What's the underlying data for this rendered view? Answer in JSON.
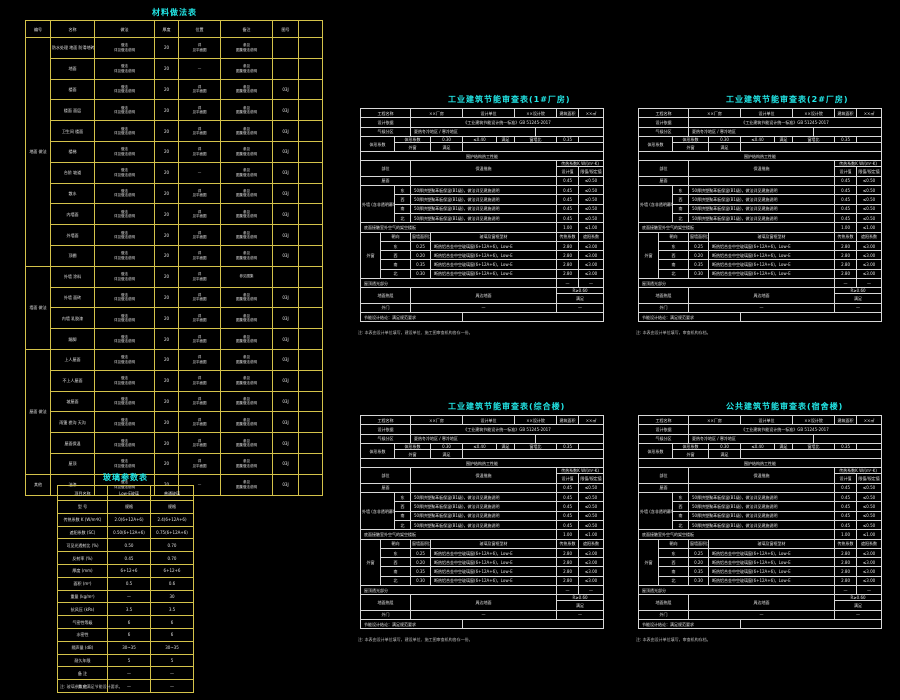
{
  "material_table": {
    "title": "材料做法表",
    "headers": [
      "编号",
      "名称",
      "做法",
      "厚度",
      "位置",
      "备注",
      "图号"
    ],
    "groups": [
      {
        "label": "地面\n做法",
        "rows": [
          {
            "name": "防水处理 地面 防滑地砖",
            "method": [
              "做法",
              "详见做法说明"
            ],
            "thk": "20",
            "loc": [
              "详",
              "见平面图"
            ],
            "note": [
              "参见",
              "图集做法说明"
            ],
            "ref": ""
          },
          {
            "name": "地面",
            "method": [
              "做法",
              "详见做法说明"
            ],
            "thk": "20",
            "loc": [
              "—",
              ""
            ],
            "note": [
              "参见",
              "图集做法说明"
            ],
            "ref": ""
          },
          {
            "name": "楼面",
            "method": [
              "做法",
              "详见做法说明"
            ],
            "thk": "20",
            "loc": [
              "详",
              "见平面图"
            ],
            "note": [
              "参见",
              "图集做法说明"
            ],
            "ref": "03J"
          },
          {
            "name": "楼面 面层",
            "method": [
              "做法",
              "详见做法说明"
            ],
            "thk": "20",
            "loc": [
              "详",
              "见平面图"
            ],
            "note": [
              "参见",
              "图集做法说明"
            ],
            "ref": "03J"
          },
          {
            "name": "卫生间 楼面",
            "method": [
              "做法",
              "详见做法说明"
            ],
            "thk": "20",
            "loc": [
              "详",
              "见平面图"
            ],
            "note": [
              "参见",
              "图集做法说明"
            ],
            "ref": "03J"
          },
          {
            "name": "楼梯",
            "method": [
              "做法",
              "详见做法说明"
            ],
            "thk": "20",
            "loc": [
              "详",
              "见平面图"
            ],
            "note": [
              "参见",
              "图集做法说明"
            ],
            "ref": "03J"
          },
          {
            "name": "台阶 坡道",
            "method": [
              "做法",
              "详见做法说明"
            ],
            "thk": "20",
            "loc": [
              "—",
              ""
            ],
            "note": [
              "参见",
              "图集做法说明"
            ],
            "ref": "03J"
          },
          {
            "name": "散水",
            "method": [
              "做法",
              "详见做法说明"
            ],
            "thk": "20",
            "loc": [
              "详",
              "见平面图"
            ],
            "note": [
              "参见",
              "图集做法说明"
            ],
            "ref": "03J"
          },
          {
            "name": "内墙面",
            "method": [
              "做法",
              "详见做法说明"
            ],
            "thk": "20",
            "loc": [
              "详",
              "见平面图"
            ],
            "note": [
              "参见",
              "图集做法说明"
            ],
            "ref": "03J"
          },
          {
            "name": "外墙面",
            "method": [
              "做法",
              "详见做法说明"
            ],
            "thk": "20",
            "loc": [
              "详",
              "见平面图"
            ],
            "note": [
              "参见",
              "图集做法说明"
            ],
            "ref": "03J"
          },
          {
            "name": "顶棚",
            "method": [
              "做法",
              "详见做法说明"
            ],
            "thk": "20",
            "loc": [
              "详",
              "见平面图"
            ],
            "note": [
              "参见",
              "图集做法说明"
            ],
            "ref": "03J"
          }
        ]
      },
      {
        "label": "墙面\n做法",
        "rows": [
          {
            "name": "外墙 涂料",
            "method": [
              "做法",
              "详见做法说明"
            ],
            "thk": "20",
            "loc": [
              "详",
              "见平面图"
            ],
            "note": [
              "参见图集",
              ""
            ],
            "ref": ""
          },
          {
            "name": "外墙 面砖",
            "method": [
              "做法",
              "详见做法说明"
            ],
            "thk": "20",
            "loc": [
              "详",
              "见平面图"
            ],
            "note": [
              "参见",
              "图集做法说明"
            ],
            "ref": "03J"
          },
          {
            "name": "内墙 乳胶漆",
            "method": [
              "做法",
              "详见做法说明"
            ],
            "thk": "20",
            "loc": [
              "详",
              "见平面图"
            ],
            "note": [
              "参见",
              "图集做法说明"
            ],
            "ref": "03J"
          },
          {
            "name": "踢脚",
            "method": [
              "做法",
              "详见做法说明"
            ],
            "thk": "20",
            "loc": [
              "详",
              "见平面图"
            ],
            "note": [
              "参见",
              "图集做法说明"
            ],
            "ref": "03J"
          }
        ]
      },
      {
        "label": "屋面\n做法",
        "rows": [
          {
            "name": "上人屋面",
            "method": [
              "做法",
              "详见做法说明"
            ],
            "thk": "20",
            "loc": [
              "详",
              "见平面图"
            ],
            "note": [
              "参见",
              "图集做法说明"
            ],
            "ref": "03J"
          },
          {
            "name": "不上人屋面",
            "method": [
              "做法",
              "详见做法说明"
            ],
            "thk": "20",
            "loc": [
              "详",
              "见平面图"
            ],
            "note": [
              "参见",
              "图集做法说明"
            ],
            "ref": "03J"
          },
          {
            "name": "坡屋面",
            "method": [
              "做法",
              "详见做法说明"
            ],
            "thk": "20",
            "loc": [
              "详",
              "见平面图"
            ],
            "note": [
              "参见",
              "图集做法说明"
            ],
            "ref": "03J"
          },
          {
            "name": "雨篷 檐沟 天沟",
            "method": [
              "做法",
              "详见做法说明"
            ],
            "thk": "20",
            "loc": [
              "详",
              "见平面图"
            ],
            "note": [
              "参见",
              "图集做法说明"
            ],
            "ref": "03J"
          },
          {
            "name": "屋面保温",
            "method": [
              "做法",
              "详见做法说明"
            ],
            "thk": "20",
            "loc": [
              "详",
              "见平面图"
            ],
            "note": [
              "参见",
              "图集做法说明"
            ],
            "ref": "03J"
          },
          {
            "name": "屋顶",
            "method": [
              "做法",
              "详见做法说明"
            ],
            "thk": "20",
            "loc": [
              "详",
              "见平面图"
            ],
            "note": [
              "参见",
              "图集做法说明"
            ],
            "ref": "03J"
          }
        ]
      },
      {
        "label": "其他",
        "rows": [
          {
            "name": "油漆",
            "method": [
              "做法",
              "详见做法说明"
            ],
            "thk": "20",
            "loc": [
              "—",
              ""
            ],
            "note": [
              "参见",
              "图集做法说明"
            ],
            "ref": "03J"
          }
        ]
      }
    ]
  },
  "glass_table": {
    "title": "玻璃参数表",
    "headers": [
      "项目名称",
      "Low-E玻璃",
      "普通玻璃"
    ],
    "rows": [
      [
        "型 号",
        "规格",
        "规格"
      ],
      [
        "传热系数 K (W/m²K)",
        "2.0(6+12A+6)",
        "2.4(6+12A+6)"
      ],
      [
        "遮阳系数 (SC)",
        "0.50(6+12A+6)",
        "0.75(6+12A+6)"
      ],
      [
        "可见光透射比 (%)",
        "0.50",
        "0.70"
      ],
      [
        "反射率 (%)",
        "0.45",
        "0.70"
      ],
      [
        "厚度 (mm)",
        "6+12+6",
        "6+12+6"
      ],
      [
        "面积 (m²)",
        "0.5",
        "0.6"
      ],
      [
        "重量 (kg/m²)",
        "—",
        "30"
      ],
      [
        "抗风压 (kPa)",
        "3.5",
        "3.5"
      ],
      [
        "气密性等级",
        "6",
        "6"
      ],
      [
        "水密性",
        "6",
        "6"
      ],
      [
        "隔声量 (dB)",
        "30~35",
        "30~35"
      ],
      [
        "耐久年限",
        "5",
        "5"
      ],
      [
        "备 注",
        "—",
        "—"
      ],
      [
        "其 他",
        "—",
        "—"
      ]
    ],
    "note": "注: 玻璃参数应满足节能设计要求。"
  },
  "sheets": [
    {
      "title": "工业建筑节能审查表(1#厂房)",
      "note": "注: 本表由设计单位填写，建设单位、施工图审查机构各存一份。"
    },
    {
      "title": "工业建筑节能审查表(2#厂房)",
      "note": "注: 本表由设计单位填写，审查机构存档。"
    },
    {
      "title": "工业建筑节能审查表(综合楼)",
      "note": "注: 本表由设计单位填写，建设单位、施工图审查机构各存一份。"
    },
    {
      "title": "公共建筑节能审查表(宿舍楼)",
      "note": "注: 本表由设计单位填写，审查机构存档。"
    }
  ],
  "sheet_common": {
    "head": [
      "工程名称",
      "××厂房",
      "设计单位",
      "××设计院",
      "建筑面积",
      "××㎡"
    ],
    "rows": {
      "basis_label": "设计依据",
      "basis_value": "《工业建筑节能设计统一标准》GB 51245-2017",
      "climate_label": "气候分区",
      "climate_value": "夏热冬冷地区 / 寒冷地区",
      "shape_label": "体形系数",
      "shape_a": "体形系数",
      "shape_b": "0.30",
      "shape_c": "≤0.40",
      "shape_d": "满足",
      "shape_e": "窗墙比",
      "shape_f": "0.35",
      "window_a": "外窗",
      "window_b": "满足",
      "section_label": "围护结构热工性能",
      "part_label": "部位",
      "measure_label": "保温措施",
      "k_label": "传热系数K W/(m²·K)",
      "k_design": "设计值",
      "k_limit": "限值/规定值",
      "roof": "屋面",
      "wall_group": "外墙\n(含非透明幕墙)",
      "wall_rows": [
        [
          "东",
          "50厚挤塑聚苯板保温(B1级)，做法详见建施说明",
          "0.45",
          "≤0.50"
        ],
        [
          "西",
          "50厚挤塑聚苯板保温(B1级)，做法详见建施说明",
          "0.45",
          "≤0.50"
        ],
        [
          "南",
          "50厚挤塑聚苯板保温(B1级)，做法详见建施说明",
          "0.45",
          "≤0.50"
        ],
        [
          "北",
          "50厚挤塑聚苯板保温(B1级)，做法详见建施说明",
          "0.45",
          "≤0.50"
        ]
      ],
      "floor_label": "底面接触室外空气的架空楼板",
      "window_group": "外窗",
      "win_head": [
        "朝向",
        "窗墙面积比",
        "玻璃及窗框型材",
        "传热系数",
        "遮阳系数"
      ],
      "win_rows": [
        [
          "东",
          "0.25",
          "断热铝合金中空玻璃窗(6+12A+6)，Low-E",
          "2.80",
          "≤3.00"
        ],
        [
          "西",
          "0.20",
          "断热铝合金中空玻璃窗(6+12A+6)，Low-E",
          "2.80",
          "≤3.00"
        ],
        [
          "南",
          "0.35",
          "断热铝合金中空玻璃窗(6+12A+6)，Low-E",
          "2.80",
          "≤3.00"
        ],
        [
          "北",
          "0.30",
          "断热铝合金中空玻璃窗(6+12A+6)，Low-E",
          "2.80",
          "≤3.00"
        ]
      ],
      "skylight": "屋顶透光部分",
      "ground_label": "地面热阻",
      "ground_value": "周边地面",
      "ground_r": "R≥0.60",
      "ground_r2": "满足",
      "door_label": "外门",
      "conclusion": "节能设计结论：满足规范要求"
    }
  }
}
